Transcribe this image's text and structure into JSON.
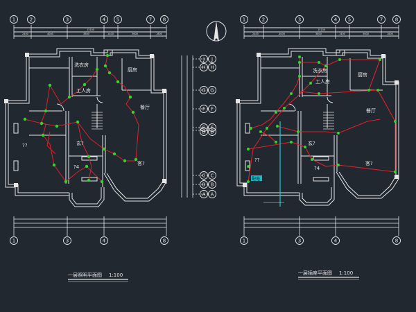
{
  "colors": {
    "background": "#212830",
    "lines": "#e6e6e6",
    "wiring": "#e0202a",
    "nodes": "#2fd52f",
    "leader": "#20c8d8"
  },
  "grid_top": {
    "left_axes": [
      "1",
      "2",
      "3",
      "4",
      "5",
      "7",
      "8"
    ],
    "right_axes": [
      "1",
      "2",
      "3",
      "4",
      "5",
      "7",
      "8"
    ]
  },
  "grid_bottom": {
    "left_axes": [
      "1",
      "3",
      "4",
      "8"
    ],
    "right_axes": [
      "1",
      "3",
      "4",
      "8"
    ]
  },
  "grid_rows": [
    "J",
    "H",
    "G",
    "F",
    "E",
    "D",
    "C",
    "B",
    "A"
  ],
  "compass_icon": "north-arrow-icon",
  "left_plan": {
    "rooms": {
      "laundry": "洗衣房",
      "kitchen": "厨房",
      "workroom": "工人房",
      "dining": "餐厅",
      "room_a": "??",
      "hall": "玄?",
      "room_b": "?4",
      "living": "客?"
    },
    "title": "一层照明平面图",
    "scale": "1:100"
  },
  "right_plan": {
    "rooms": {
      "laundry": "洗衣房",
      "kitchen": "厨房",
      "workroom": "工人房",
      "dining": "餐厅",
      "room_a": "??",
      "hall": "玄?",
      "room_b": "?4",
      "living": "客?"
    },
    "panel_tag": "配电",
    "title": "一层插座平面图",
    "scale": "1:100"
  }
}
